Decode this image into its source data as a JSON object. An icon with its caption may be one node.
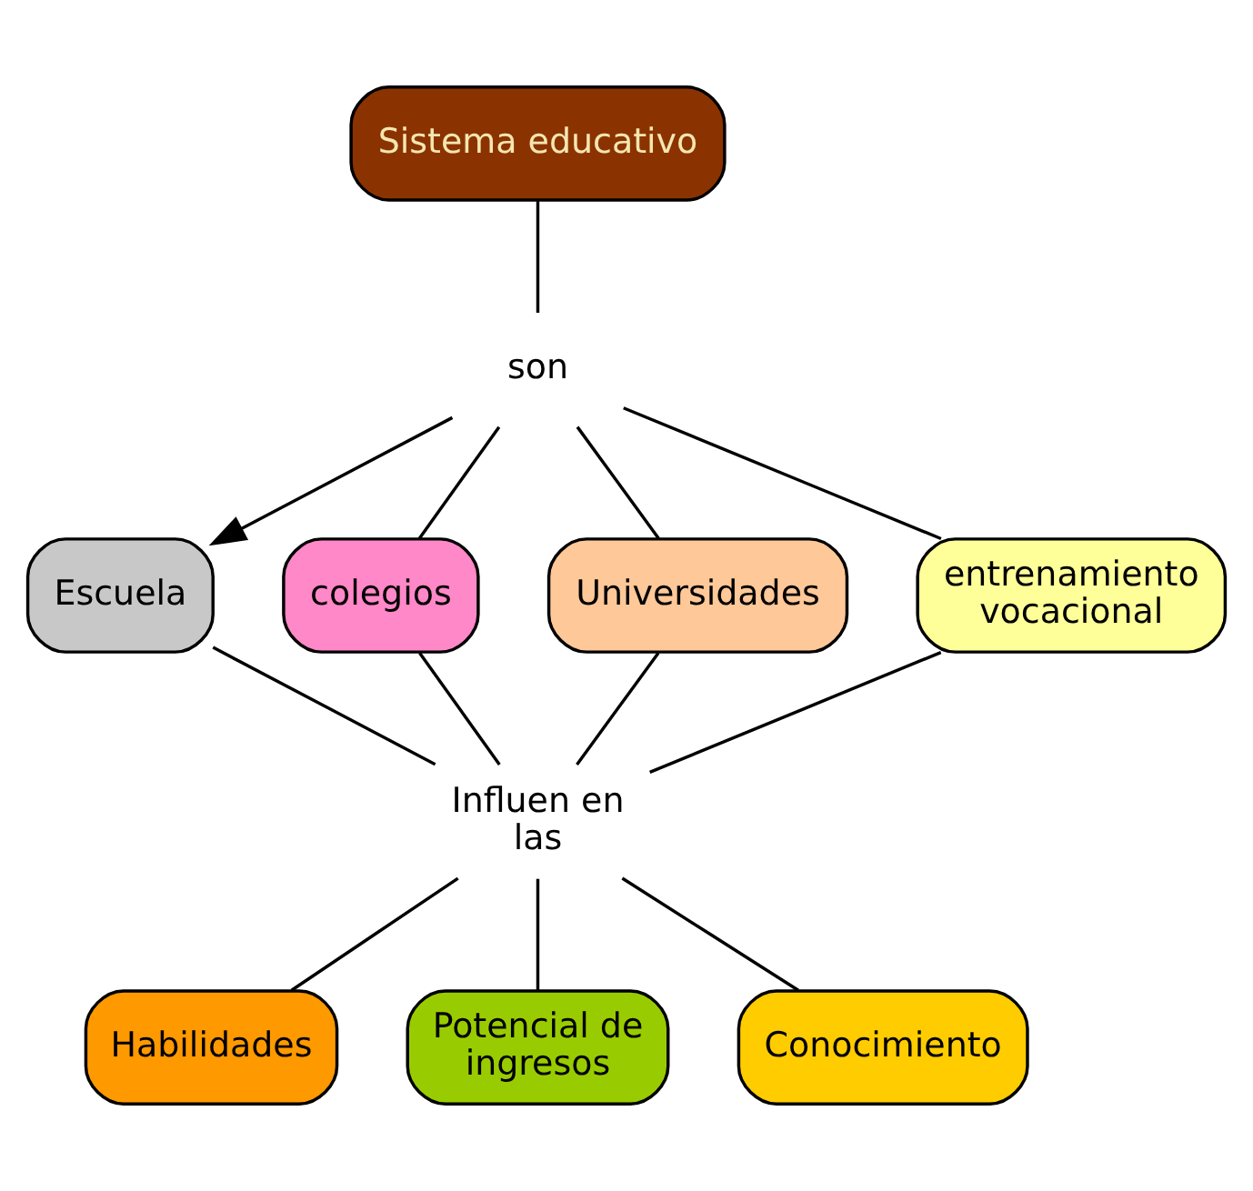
{
  "diagram": {
    "nodes": [
      {
        "text": [
          "Sistema educativo"
        ]
      },
      {
        "text": [
          "son"
        ]
      },
      {
        "text": [
          "Escuela"
        ]
      },
      {
        "text": [
          "colegios"
        ]
      },
      {
        "text": [
          "Universidades"
        ]
      },
      {
        "text": [
          "entrenamiento vocacional"
        ]
      },
      {
        "text": [
          "Influen en las"
        ]
      },
      {
        "text": [
          "Habilidades"
        ]
      },
      {
        "text": [
          "Potencial de ingresos"
        ]
      },
      {
        "text": [
          "Conocimiento"
        ]
      }
    ],
    "edges": [
      {
        "from": 0,
        "to": 1,
        "arrow": "none"
      },
      {
        "from": 1,
        "to": 2,
        "arrow": "to"
      },
      {
        "from": 1,
        "to": 3,
        "arrow": "none"
      },
      {
        "from": 1,
        "to": 4,
        "arrow": "none"
      },
      {
        "from": 1,
        "to": 5,
        "arrow": "none"
      },
      {
        "from": 2,
        "to": 6,
        "arrow": "none"
      },
      {
        "from": 3,
        "to": 6,
        "arrow": "none"
      },
      {
        "from": 4,
        "to": 6,
        "arrow": "none"
      },
      {
        "from": 5,
        "to": 6,
        "arrow": "none"
      },
      {
        "from": 6,
        "to": 7,
        "arrow": "none"
      },
      {
        "from": 6,
        "to": 8,
        "arrow": "none"
      },
      {
        "from": 6,
        "to": 9,
        "arrow": "none"
      }
    ]
  }
}
